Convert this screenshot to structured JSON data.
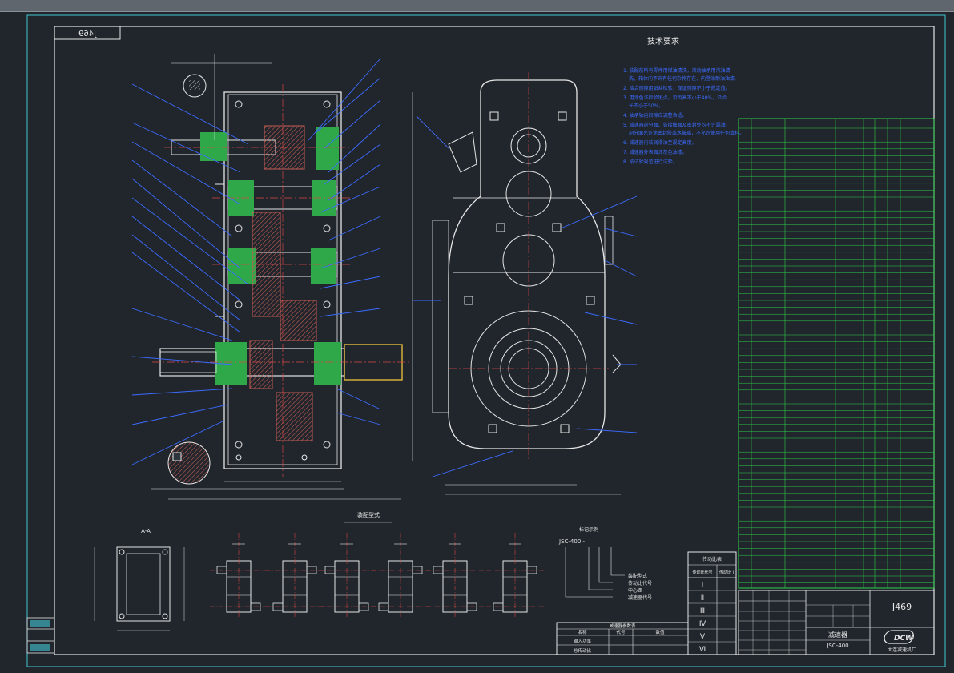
{
  "window": {
    "title": ""
  },
  "drawing": {
    "mirrored_tag": "J469",
    "tech_title": "技术要求",
    "tech_notes": [
      "1. 装配前所有零件用煤油清洗，滚动轴承用汽油清洗，箱体内不许有任何杂物存在，内壁涂耐油油漆。",
      "2. 啮合侧隙用铅丝检验，保证侧隙不小于规定值。",
      "3. 用涂色法检验斑点，沿齿高不小于40%，沿齿长不小于50%。",
      "4. 轴承轴向间隙应调整合适。",
      "5. 减速器剖分面、各接触面及密封处均不许漏油，剖分面允许涂密封胶或水玻璃，不允许使用任何填料。",
      "6. 减速器内装润滑油至规定高度。",
      "7. 减速器外表面涂灰色油漆。",
      "8. 按试验规范进行试验。"
    ],
    "section_label": "A-A",
    "assembly_title": "装配型式",
    "model_label": "JSC-400 -",
    "model_marks": [
      "装配型式",
      "传动比代号",
      "中心距",
      "减速器代号"
    ],
    "model_title": "标记示例",
    "assembly_table": {
      "title": "传动比表",
      "headers": [
        "传动比代号",
        "传动比 i"
      ],
      "rows": [
        "Ⅰ",
        "Ⅱ",
        "Ⅲ",
        "Ⅳ",
        "Ⅴ",
        "Ⅵ"
      ]
    },
    "spec_box": {
      "title": "减速器参数表",
      "headers": [
        "名称",
        "代号",
        "数值"
      ],
      "rows": [
        [
          "输入功率",
          "",
          ""
        ],
        [
          "总传动比",
          "",
          ""
        ]
      ]
    },
    "titleblock": {
      "drawing_no": "J469",
      "name": "减速器",
      "model": "JSC-400",
      "company_logo": "DCW",
      "company": "大连减速机厂"
    }
  }
}
